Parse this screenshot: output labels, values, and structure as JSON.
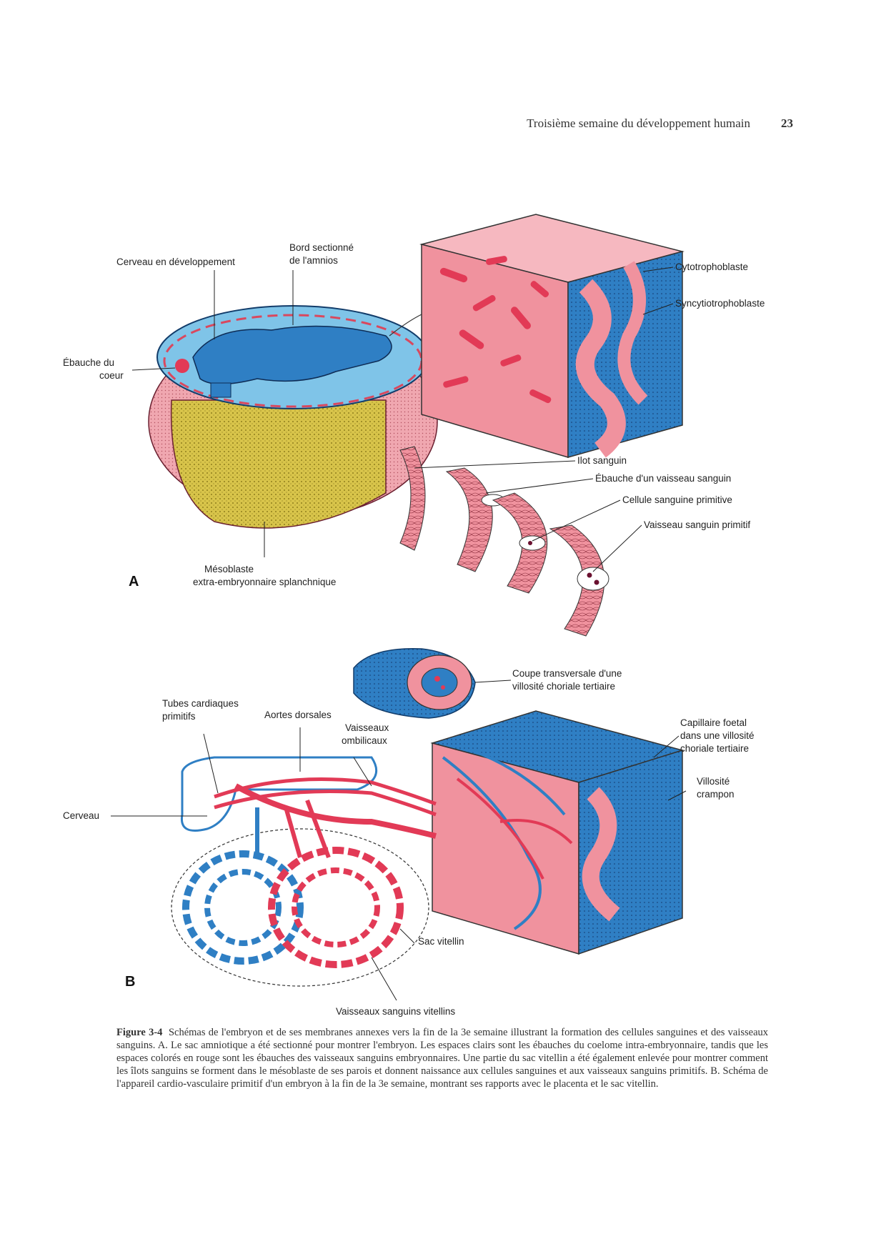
{
  "header": {
    "running_title": "Troisième semaine du développement humain",
    "page_number": "23"
  },
  "panel_a": {
    "letter": "A",
    "labels": {
      "cerveau_dev": "Cerveau en développement",
      "bord_1": "Bord sectionné",
      "bord_2": "de l'amnios",
      "coeur_1": "Ébauche du",
      "coeur_2": "coeur",
      "cyto": "Cytotrophoblaste",
      "syncytio": "Syncytiotrophoblaste",
      "ilot": "Ilot sanguin",
      "ebauche_vaisseau": "Ébauche d'un vaisseau sanguin",
      "cellule": "Cellule sanguine primitive",
      "vaisseau_primitif": "Vaisseau sanguin primitif",
      "meso_1": "Mésoblaste",
      "meso_2": "extra-embryonnaire splanchnique"
    }
  },
  "panel_b": {
    "letter": "B",
    "labels": {
      "coupe_1": "Coupe transversale d'une",
      "coupe_2": "villosité choriale tertiaire",
      "tubes_1": "Tubes cardiaques",
      "tubes_2": "primitifs",
      "aortes": "Aortes dorsales",
      "ombil_1": "Vaisseaux",
      "ombil_2": "ombilicaux",
      "capil_1": "Capillaire foetal",
      "capil_2": "dans une villosité",
      "capil_3": "choriale tertiaire",
      "crampon_1": "Villosité",
      "crampon_2": "crampon",
      "cerveau": "Cerveau",
      "sac": "Sac vitellin",
      "vitellins": "Vaisseaux sanguins vitellins"
    }
  },
  "caption": {
    "figure_label": "Figure 3-4",
    "text": "Schémas de l'embryon et de ses membranes annexes vers la fin de la 3e semaine illustrant la formation des cellules sanguines et des vaisseaux sanguins. A. Le sac amniotique a été sectionné pour montrer l'embryon. Les espaces clairs sont les ébauches du coelome intra-embryonnaire, tandis que les espaces colorés en rouge sont les ébauches des vaisseaux sanguins embryonnaires. Une partie du sac vitellin a été également enlevée pour montrer comment les îlots sanguins se forment dans le mésoblaste de ses parois et donnent naissance aux cellules sanguines et aux vaisseaux sanguins primitifs. B. Schéma de l'appareil cardio-vasculaire primitif d'un embryon à la fin de la 3e semaine, montrant ses rapports avec le placenta et le sac vitellin."
  },
  "colors": {
    "pink": "#f0929e",
    "pink_dark": "#d9485e",
    "blue": "#2f7fc4",
    "blue_light": "#7fc4e8",
    "yellow": "#d8c44a",
    "red": "#e23a56"
  }
}
